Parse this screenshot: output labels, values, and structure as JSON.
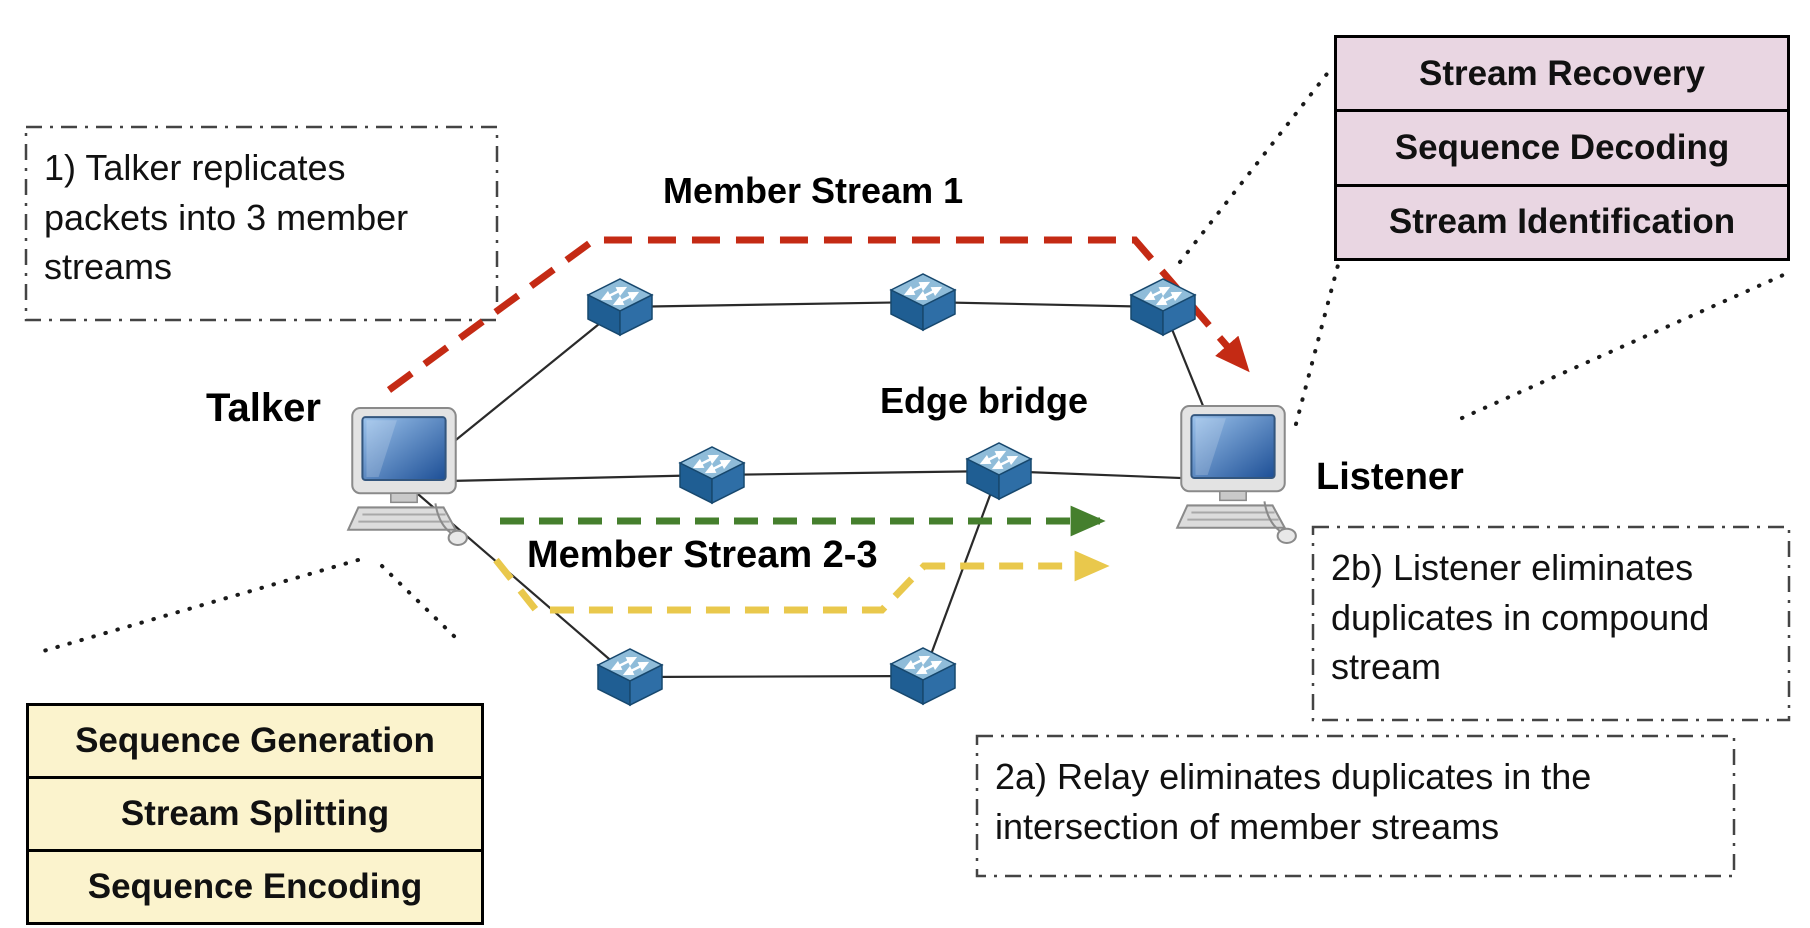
{
  "labels": {
    "talker": "Talker",
    "listener": "Listener",
    "member_stream_1": "Member Stream 1",
    "member_stream_2_3": "Member Stream 2-3",
    "edge_bridge": "Edge bridge"
  },
  "notes": {
    "step1": "1) Talker replicates packets into 3 member streams",
    "step2a": "2a) Relay eliminates duplicates in the intersection of member streams",
    "step2b": "2b) Listener eliminates duplicates in compound stream"
  },
  "talker_function_stack": {
    "background": "#fbf3cd",
    "items": [
      "Sequence Generation",
      "Stream Splitting",
      "Sequence Encoding"
    ]
  },
  "listener_function_stack": {
    "background": "#e9d6e2",
    "items": [
      "Stream Recovery",
      "Sequence Decoding",
      "Stream Identification"
    ]
  },
  "streams": {
    "member_stream_1_color": "#c42a14",
    "member_stream_2_color": "#457f2d",
    "member_stream_3_color": "#e9c84c"
  },
  "icons": {
    "switch": "network-switch-icon",
    "talker_node": "desktop-computer-icon",
    "listener_node": "desktop-computer-icon"
  }
}
